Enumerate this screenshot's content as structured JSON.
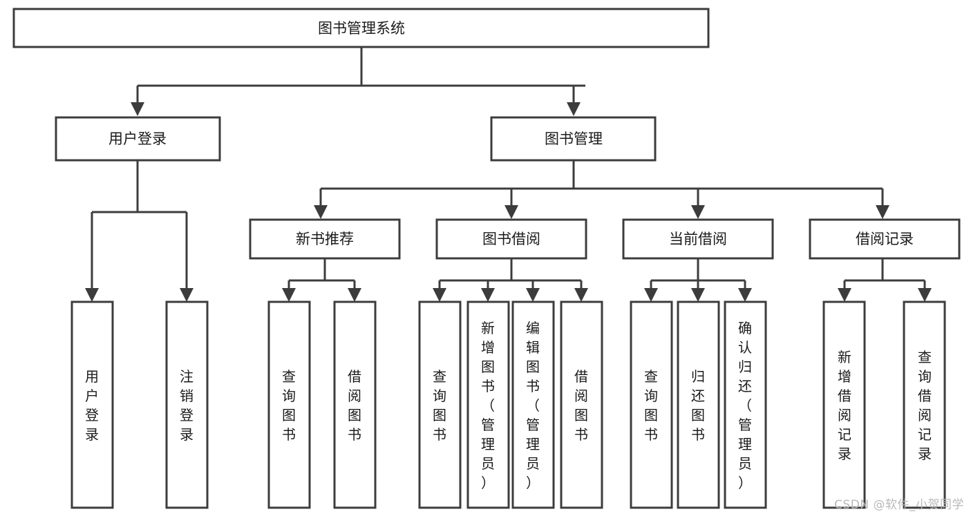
{
  "diagram": {
    "type": "tree",
    "title": "图书管理系统",
    "watermark": "CSDN @软件_小贺同学",
    "colors": {
      "stroke": "#3c3c3c",
      "fill": "#ffffff",
      "text": "#1a1a1a",
      "watermark": "#b8b8b8",
      "background": "#ffffff"
    },
    "levels": [
      {
        "level": 1,
        "nodes": [
          {
            "id": "root",
            "label": "图书管理系统",
            "orientation": "horizontal"
          }
        ]
      },
      {
        "level": 2,
        "nodes": [
          {
            "id": "login",
            "label": "用户登录",
            "orientation": "horizontal",
            "parent": "root"
          },
          {
            "id": "bookmgmt",
            "label": "图书管理",
            "orientation": "horizontal",
            "parent": "root"
          }
        ]
      },
      {
        "level": 3,
        "nodes": [
          {
            "id": "recommend",
            "label": "新书推荐",
            "orientation": "horizontal",
            "parent": "bookmgmt"
          },
          {
            "id": "borrow",
            "label": "图书借阅",
            "orientation": "horizontal",
            "parent": "bookmgmt"
          },
          {
            "id": "current",
            "label": "当前借阅",
            "orientation": "horizontal",
            "parent": "bookmgmt"
          },
          {
            "id": "records",
            "label": "借阅记录",
            "orientation": "horizontal",
            "parent": "bookmgmt"
          }
        ]
      },
      {
        "level": 4,
        "nodes": [
          {
            "id": "leaf1",
            "label": "用户登录",
            "orientation": "vertical",
            "parent": "login"
          },
          {
            "id": "leaf2",
            "label": "注销登录",
            "orientation": "vertical",
            "parent": "login"
          },
          {
            "id": "leaf3",
            "label": "查询图书",
            "orientation": "vertical",
            "parent": "recommend"
          },
          {
            "id": "leaf4",
            "label": "借阅图书",
            "orientation": "vertical",
            "parent": "recommend"
          },
          {
            "id": "leaf5",
            "label": "查询图书",
            "orientation": "vertical",
            "parent": "borrow"
          },
          {
            "id": "leaf6",
            "label": "新增图书（管理员）",
            "orientation": "vertical",
            "parent": "borrow"
          },
          {
            "id": "leaf7",
            "label": "编辑图书（管理员）",
            "orientation": "vertical",
            "parent": "borrow"
          },
          {
            "id": "leaf8",
            "label": "借阅图书",
            "orientation": "vertical",
            "parent": "borrow"
          },
          {
            "id": "leaf9",
            "label": "查询图书",
            "orientation": "vertical",
            "parent": "current"
          },
          {
            "id": "leaf10",
            "label": "归还图书",
            "orientation": "vertical",
            "parent": "current"
          },
          {
            "id": "leaf11",
            "label": "确认归还（管理员）",
            "orientation": "vertical",
            "parent": "current"
          },
          {
            "id": "leaf12",
            "label": "新增借阅记录",
            "orientation": "vertical",
            "parent": "records"
          },
          {
            "id": "leaf13",
            "label": "查询借阅记录",
            "orientation": "vertical",
            "parent": "records"
          }
        ]
      }
    ]
  }
}
